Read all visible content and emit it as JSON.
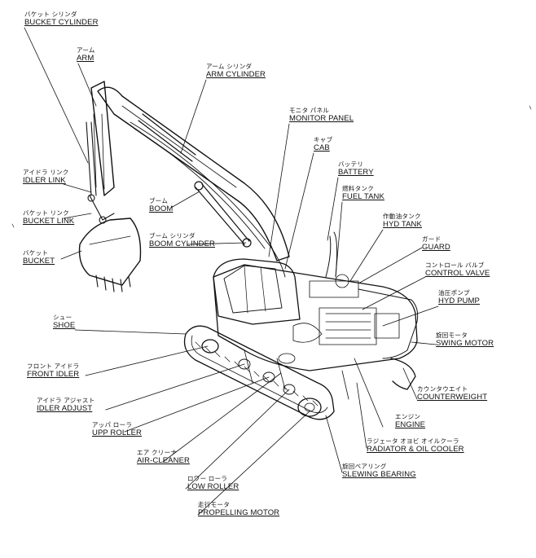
{
  "labels": {
    "bucket_cylinder": {
      "jp": "バケット シリンダ",
      "en": "BUCKET CYLINDER"
    },
    "arm": {
      "jp": "アーム",
      "en": "ARM"
    },
    "arm_cylinder": {
      "jp": "アーム シリンダ",
      "en": "ARM CYLINDER"
    },
    "monitor_panel": {
      "jp": "モニタ パネル",
      "en": "MONITOR PANEL"
    },
    "cab": {
      "jp": "キャブ",
      "en": "CAB"
    },
    "battery": {
      "jp": "バッテリ",
      "en": "BATTERY"
    },
    "fuel_tank": {
      "jp": "燃料タンク",
      "en": "FUEL TANK"
    },
    "hyd_tank": {
      "jp": "作動油タンク",
      "en": "HYD TANK"
    },
    "guard": {
      "jp": "ガード",
      "en": "GUARD"
    },
    "control_valve": {
      "jp": "コントロール バルブ",
      "en": "CONTROL VALVE"
    },
    "hyd_pump": {
      "jp": "油圧ポンプ",
      "en": "HYD PUMP"
    },
    "swing_motor": {
      "jp": "旋回モータ",
      "en": "SWING MOTOR"
    },
    "counterweight": {
      "jp": "カウンタウエイト",
      "en": "COUNTERWEIGHT"
    },
    "engine": {
      "jp": "エンジン",
      "en": "ENGINE"
    },
    "radiator_oil_cooler": {
      "jp": "ラジェータ オヨビ オイルクーラ",
      "en": "RADIATOR & OIL COOLER"
    },
    "slewing_bearing": {
      "jp": "旋回ベアリング",
      "en": "SLEWING BEARING"
    },
    "propelling_motor": {
      "jp": "走行モータ",
      "en": "PROPELLING MOTOR"
    },
    "low_roller": {
      "jp": "ロワー ローラ",
      "en": "LOW ROLLER"
    },
    "air_cleaner": {
      "jp": "エア クリーナ",
      "en": "AIR-CLEANER"
    },
    "upp_roller": {
      "jp": "アッパ ローラ",
      "en": "UPP ROLLER"
    },
    "idler_adjust": {
      "jp": "アイドラ アジャスト",
      "en": "IDLER ADJUST"
    },
    "front_idler": {
      "jp": "フロント アイドラ",
      "en": "FRONT IDLER"
    },
    "shoe": {
      "jp": "シュー",
      "en": "SHOE"
    },
    "bucket": {
      "jp": "バケット",
      "en": "BUCKET"
    },
    "bucket_link": {
      "jp": "バケット リンク",
      "en": "BUCKET LINK"
    },
    "idler_link": {
      "jp": "アイドラ リンク",
      "en": "IDLER LINK"
    },
    "boom": {
      "jp": "ブーム",
      "en": "BOOM"
    },
    "boom_cylinder": {
      "jp": "ブーム シリンダ",
      "en": "BOOM CYLINDER"
    }
  }
}
